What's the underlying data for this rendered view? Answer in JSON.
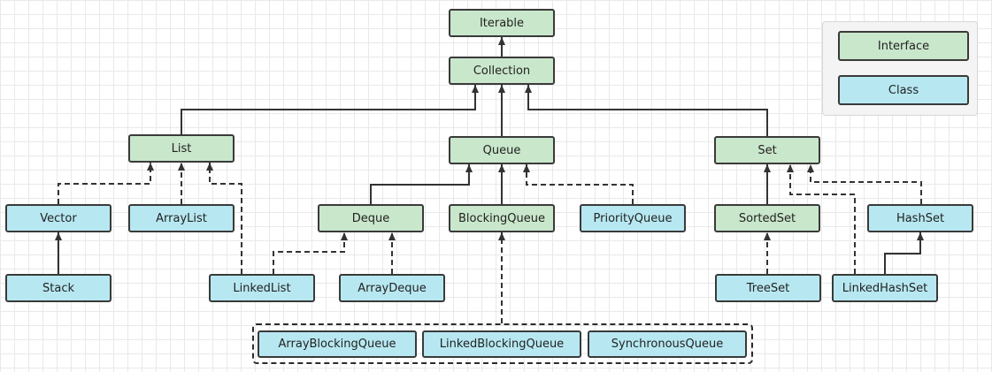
{
  "colors": {
    "interface": "#c9e7cb",
    "class": "#b7e8f1",
    "stroke": "#333333"
  },
  "legend": {
    "interface_label": "Interface",
    "class_label": "Class"
  },
  "nodes": [
    {
      "id": "iterable",
      "label": "Iterable",
      "kind": "interface"
    },
    {
      "id": "collection",
      "label": "Collection",
      "kind": "interface"
    },
    {
      "id": "list",
      "label": "List",
      "kind": "interface"
    },
    {
      "id": "queue",
      "label": "Queue",
      "kind": "interface"
    },
    {
      "id": "set",
      "label": "Set",
      "kind": "interface"
    },
    {
      "id": "vector",
      "label": "Vector",
      "kind": "class"
    },
    {
      "id": "arraylist",
      "label": "ArrayList",
      "kind": "class"
    },
    {
      "id": "deque",
      "label": "Deque",
      "kind": "interface"
    },
    {
      "id": "blockingqueue",
      "label": "BlockingQueue",
      "kind": "interface"
    },
    {
      "id": "priorityqueue",
      "label": "PriorityQueue",
      "kind": "class"
    },
    {
      "id": "sortedset",
      "label": "SortedSet",
      "kind": "interface"
    },
    {
      "id": "hashset",
      "label": "HashSet",
      "kind": "class"
    },
    {
      "id": "stack",
      "label": "Stack",
      "kind": "class"
    },
    {
      "id": "linkedlist",
      "label": "LinkedList",
      "kind": "class"
    },
    {
      "id": "arraydeque",
      "label": "ArrayDeque",
      "kind": "class"
    },
    {
      "id": "treeset",
      "label": "TreeSet",
      "kind": "class"
    },
    {
      "id": "linkedhashset",
      "label": "LinkedHashSet",
      "kind": "class"
    },
    {
      "id": "arrayblockingqueue",
      "label": "ArrayBlockingQueue",
      "kind": "class"
    },
    {
      "id": "linkedblockingqueue",
      "label": "LinkedBlockingQueue",
      "kind": "class"
    },
    {
      "id": "synchronousqueue",
      "label": "SynchronousQueue",
      "kind": "class"
    }
  ],
  "edges": [
    {
      "from": "collection",
      "to": "iterable",
      "style": "solid"
    },
    {
      "from": "list",
      "to": "collection",
      "style": "solid"
    },
    {
      "from": "queue",
      "to": "collection",
      "style": "solid"
    },
    {
      "from": "set",
      "to": "collection",
      "style": "solid"
    },
    {
      "from": "vector",
      "to": "list",
      "style": "dashed"
    },
    {
      "from": "arraylist",
      "to": "list",
      "style": "dashed"
    },
    {
      "from": "linkedlist",
      "to": "list",
      "style": "dashed"
    },
    {
      "from": "stack",
      "to": "vector",
      "style": "solid"
    },
    {
      "from": "deque",
      "to": "queue",
      "style": "solid"
    },
    {
      "from": "blockingqueue",
      "to": "queue",
      "style": "solid"
    },
    {
      "from": "priorityqueue",
      "to": "queue",
      "style": "dashed"
    },
    {
      "from": "linkedlist",
      "to": "deque",
      "style": "dashed"
    },
    {
      "from": "arraydeque",
      "to": "deque",
      "style": "dashed"
    },
    {
      "from": "blocking-queue-implementations",
      "to": "blockingqueue",
      "style": "dashed"
    },
    {
      "from": "sortedset",
      "to": "set",
      "style": "solid"
    },
    {
      "from": "linkedhashset",
      "to": "set",
      "style": "dashed"
    },
    {
      "from": "hashset",
      "to": "set",
      "style": "dashed"
    },
    {
      "from": "treeset",
      "to": "sortedset",
      "style": "dashed"
    },
    {
      "from": "linkedhashset",
      "to": "hashset",
      "style": "solid"
    }
  ]
}
